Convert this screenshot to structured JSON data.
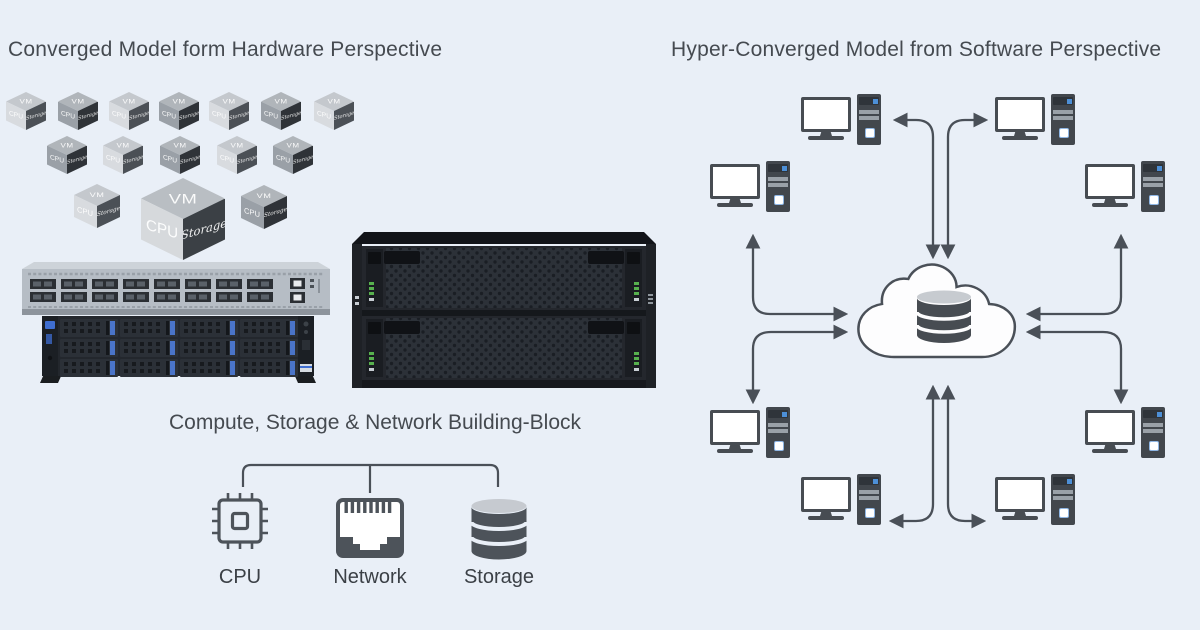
{
  "page": {
    "background": "#e9eff7"
  },
  "left_panel": {
    "title": "Converged Model form Hardware Perspective",
    "caption": "Compute, Storage & Network Building-Block",
    "cube": {
      "top": "VM",
      "left": "CPU",
      "right": "Storage"
    },
    "hardware_images": [
      "network-switch",
      "rack-server-12-drives",
      "storage-array-2-shelves"
    ],
    "building_blocks": [
      {
        "label": "CPU",
        "icon": "cpu-chip-icon"
      },
      {
        "label": "Network",
        "icon": "ethernet-port-icon"
      },
      {
        "label": "Storage",
        "icon": "database-icon"
      }
    ]
  },
  "right_panel": {
    "title": "Hyper-Converged Model from Software Perspective",
    "cloud": {
      "icon": "cloud-icon",
      "inner_icon": "database-icon"
    },
    "workstations": {
      "count": 8,
      "icon": "desktop-computer-icon"
    },
    "arrows": "bidirectional-arrows-between-workstations-and-cloud"
  },
  "colors": {
    "background": "#e9eff7",
    "line": "#4a5058",
    "text": "#454a50",
    "accent_blue": "#4d8fd6",
    "led_green": "#57b14e",
    "cloud_fill": "#fdfdfe"
  }
}
